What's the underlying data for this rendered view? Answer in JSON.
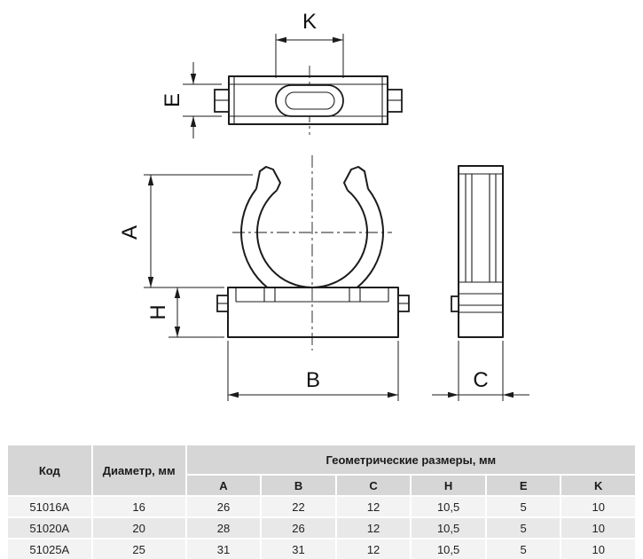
{
  "drawing": {
    "labels": {
      "K": "K",
      "E": "E",
      "A": "A",
      "H": "H",
      "B": "B",
      "C": "C"
    }
  },
  "table": {
    "headers": {
      "code": "Код",
      "diameter": "Диаметр, мм",
      "group": "Геометрические размеры, мм",
      "dims": [
        "A",
        "B",
        "C",
        "H",
        "E",
        "K"
      ]
    },
    "rows": [
      {
        "code": "51016A",
        "diameter": "16",
        "values": [
          "26",
          "22",
          "12",
          "10,5",
          "5",
          "10"
        ]
      },
      {
        "code": "51020A",
        "diameter": "20",
        "values": [
          "28",
          "26",
          "12",
          "10,5",
          "5",
          "10"
        ]
      },
      {
        "code": "51025A",
        "diameter": "25",
        "values": [
          "31",
          "31",
          "12",
          "10,5",
          "5",
          "10"
        ]
      }
    ]
  }
}
